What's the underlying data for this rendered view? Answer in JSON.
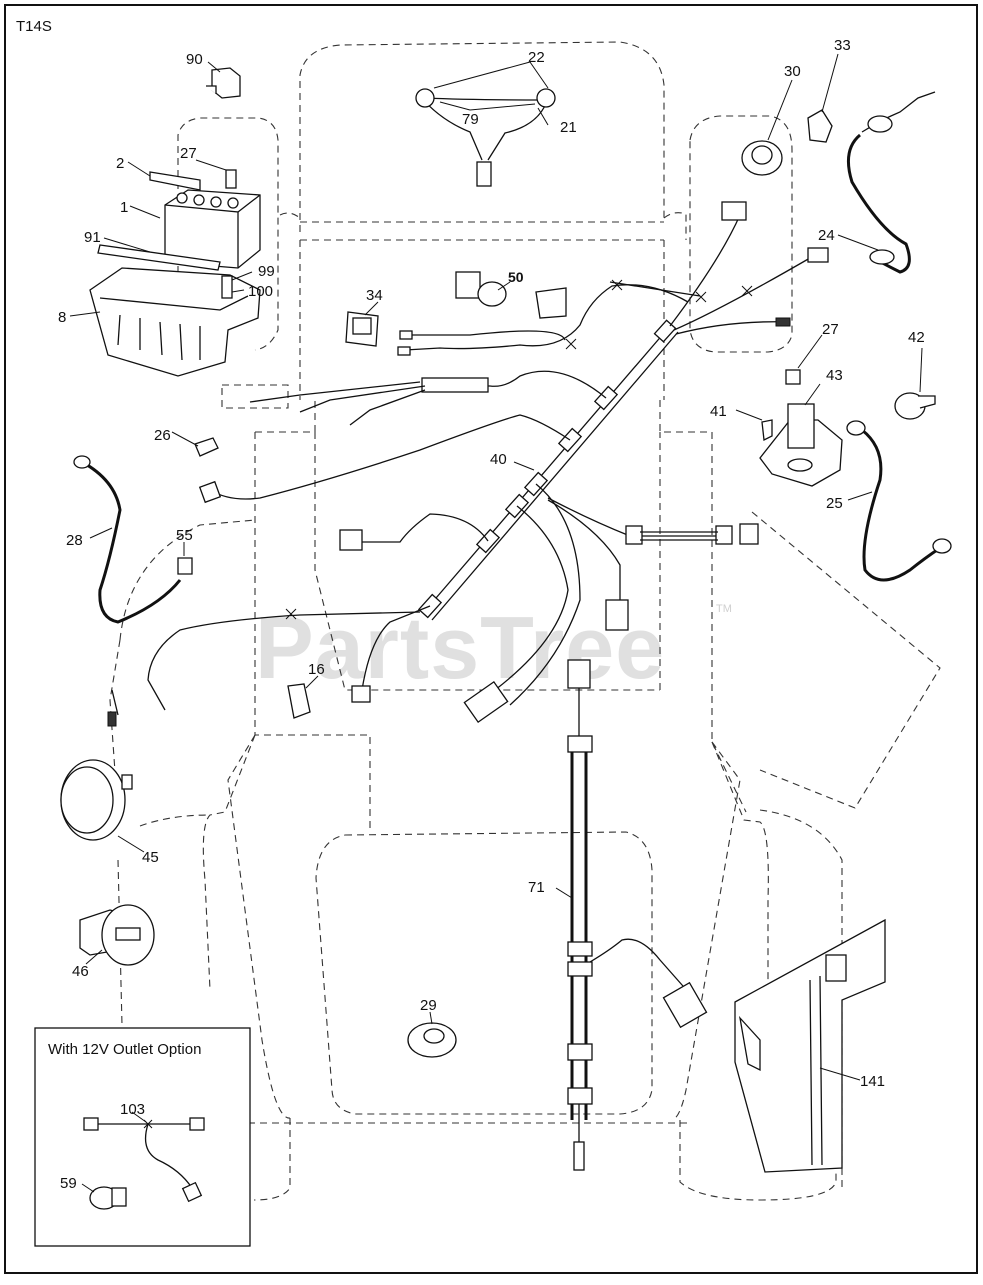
{
  "diagram": {
    "code": "T14S",
    "watermark": "PartsTree",
    "watermark_tm": "TM",
    "callouts": [
      "90",
      "22",
      "33",
      "30",
      "21",
      "79",
      "27",
      "2",
      "1",
      "91",
      "99",
      "100",
      "8",
      "24",
      "34",
      "50",
      "27",
      "42",
      "43",
      "41",
      "26",
      "40",
      "25",
      "28",
      "55",
      "16",
      "45",
      "71",
      "46",
      "29",
      "141",
      "103",
      "59"
    ],
    "inset": {
      "title": "With 12V Outlet Option"
    }
  }
}
